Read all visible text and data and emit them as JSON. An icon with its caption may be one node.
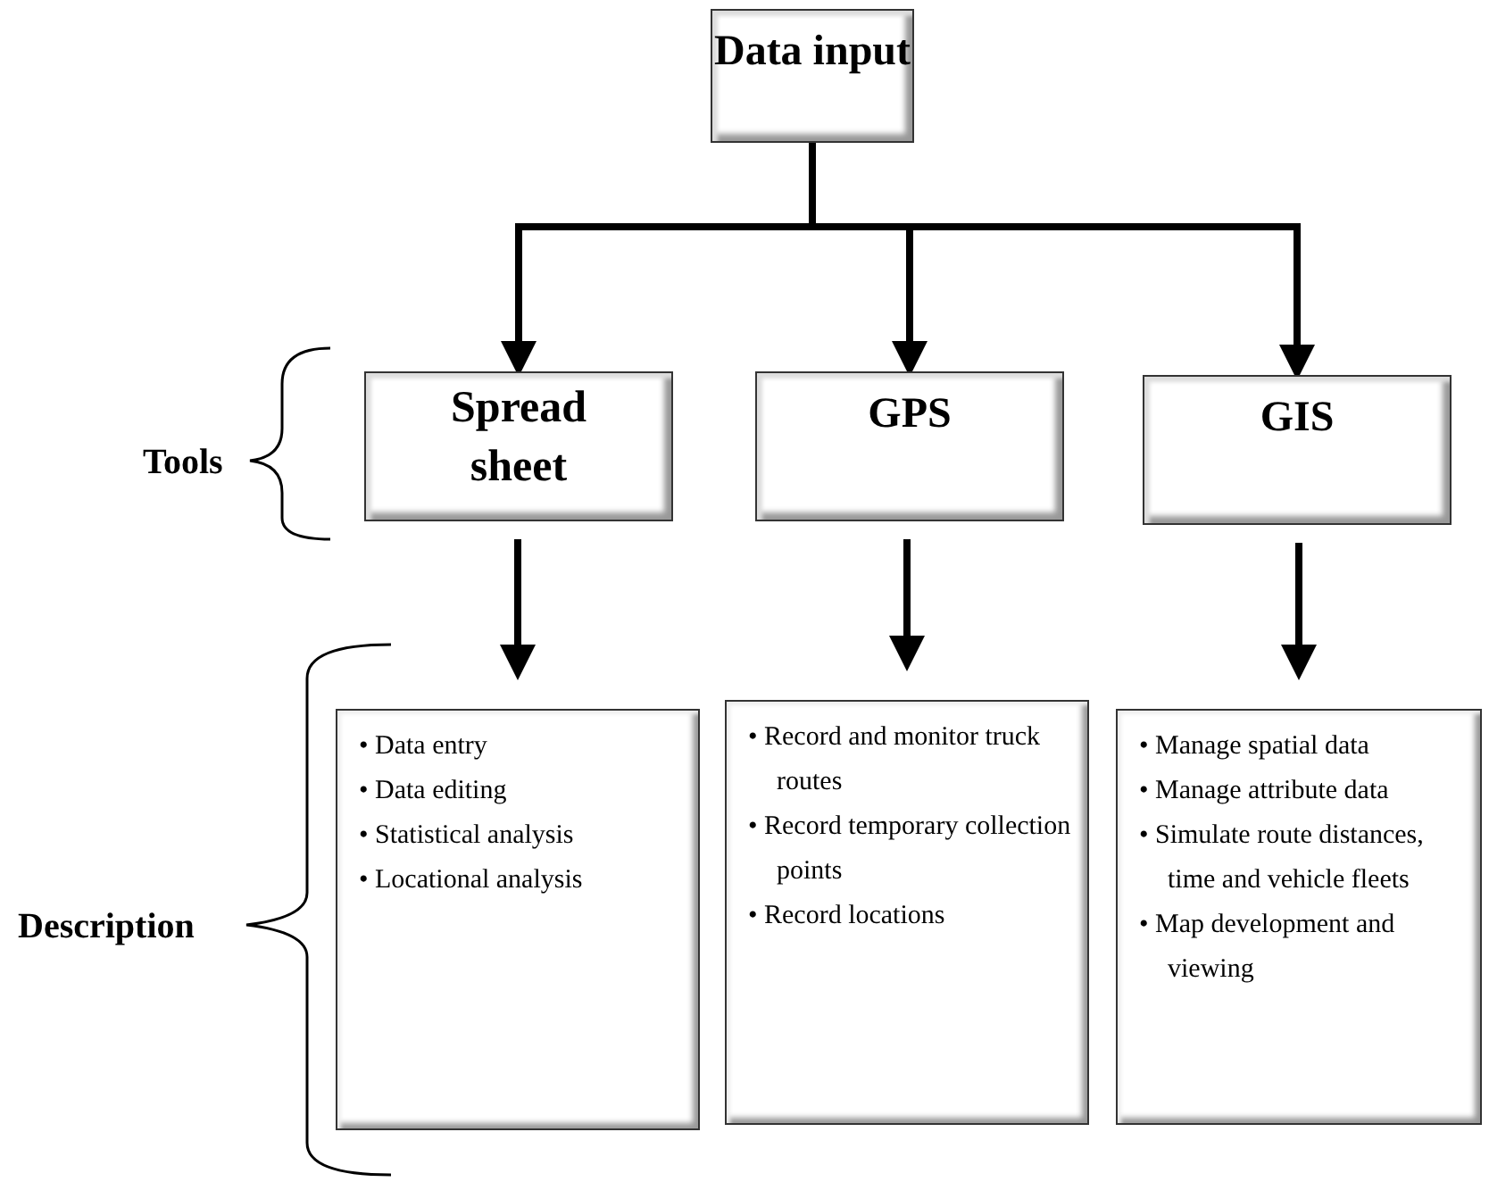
{
  "diagram": {
    "nodes": [
      {
        "text": [
          "Data input"
        ]
      },
      {
        "text": [
          "Spread sheet"
        ]
      },
      {
        "text": [
          "GPS"
        ]
      },
      {
        "text": [
          "GIS"
        ]
      },
      {
        "text": [
          "• Data entry",
          "• Data editing",
          "• Statistical analysis",
          "• Locational analysis"
        ]
      },
      {
        "text": [
          "• Record and monitor truck routes",
          "• Record temporary collection points",
          "• Record locations"
        ]
      },
      {
        "text": [
          "• Manage spatial data",
          "• Manage attribute data",
          "• Simulate route distances, time and vehicle fleets",
          "• Map development and viewing"
        ]
      }
    ],
    "edges": [
      {
        "from": 0,
        "to": 1,
        "arrow": "to"
      },
      {
        "from": 0,
        "to": 2,
        "arrow": "to"
      },
      {
        "from": 0,
        "to": 3,
        "arrow": "to"
      },
      {
        "from": 1,
        "to": 4,
        "arrow": "to"
      },
      {
        "from": 2,
        "to": 5,
        "arrow": "to"
      },
      {
        "from": 3,
        "to": 6,
        "arrow": "to"
      }
    ],
    "labels": [
      "Tools",
      "Description"
    ]
  }
}
